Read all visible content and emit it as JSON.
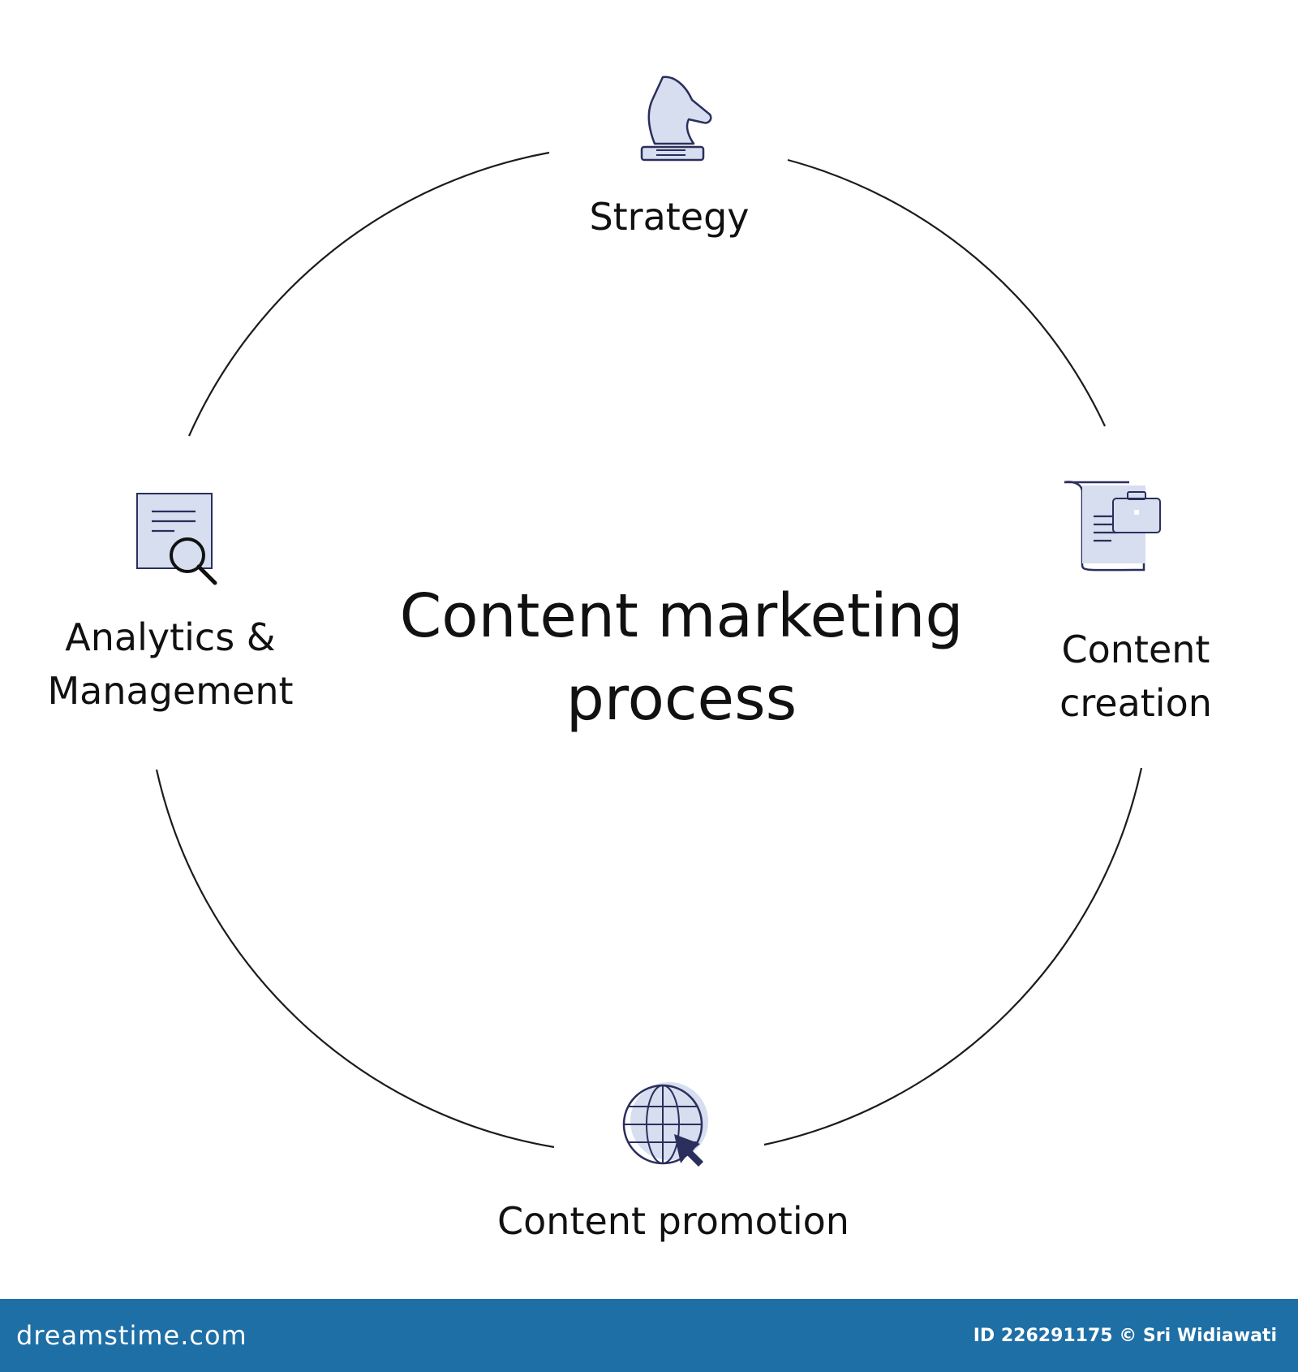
{
  "diagram": {
    "title_line1": "Content marketing",
    "title_line2": "process",
    "steps": [
      {
        "label": "Strategy",
        "icon": "chess-knight-icon"
      },
      {
        "label_line1": "Content",
        "label_line2": "creation",
        "icon": "document-briefcase-icon"
      },
      {
        "label": "Content promotion",
        "icon": "globe-cursor-icon"
      },
      {
        "label_line1": "Analytics &",
        "label_line2": "Management",
        "icon": "document-search-icon"
      }
    ]
  },
  "footer": {
    "brand": "dreamstime.com",
    "credit": "ID 226291175 © Sri Widiawati"
  },
  "colors": {
    "icon_fill": "#d6deef",
    "icon_stroke": "#2a2f5c",
    "circle": "#1c1c1c",
    "footer_bg": "#1e6fa5"
  }
}
